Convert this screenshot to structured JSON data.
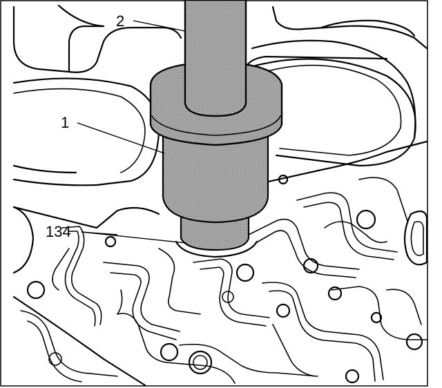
{
  "figure": {
    "callouts": [
      {
        "id": "tool-installer",
        "label": "1"
      },
      {
        "id": "tool-handle",
        "label": "2"
      },
      {
        "id": "seal",
        "label": "134"
      }
    ]
  },
  "colors": {
    "ink": "#000000",
    "tool_shade": "#9a9a9a",
    "background": "#ffffff"
  }
}
